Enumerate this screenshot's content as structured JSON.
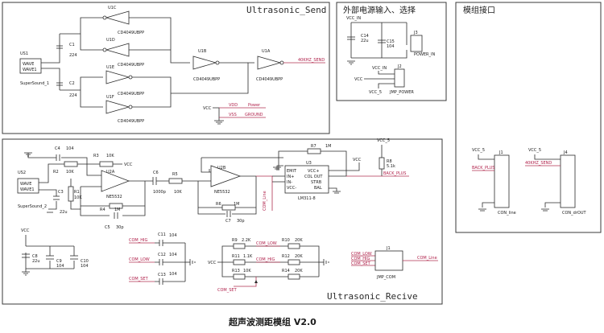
{
  "titles": {
    "send": "Ultrasonic_Send",
    "power": "外部电源输入、选择",
    "module": "模组接口",
    "receive": "Ultrasonic_Recive",
    "caption": "超声波测距模组 V2.0"
  },
  "send": {
    "us1": "US1",
    "wave1": "WAVE",
    "wave2": "WAVE1",
    "sensor": "SuperSound_1",
    "c1": "C1",
    "c1v": "224",
    "c2": "C2",
    "c2v": "224",
    "u1c": "U1C",
    "u1c_ref": "CD4049UBPP",
    "u1d": "U1D",
    "u1d_ref": "CD4049UBPP",
    "u1e": "U1E",
    "u1e_ref": "CD4049UBPP",
    "u1f": "U1F",
    "u1f_ref": "CD4049UBPP",
    "u1b": "U1B",
    "u1b_ref": "CD4049UBPP",
    "u1a": "U1A",
    "u1a_ref": "CD4049UBPP",
    "out": "40KHZ_SEND",
    "vcc": "VCC",
    "vdd": "VDD",
    "power": "Power",
    "vss": "VSS",
    "ground": "GROUND"
  },
  "power": {
    "vccin": "VCC_IN",
    "c14": "C14",
    "c14v": "22u",
    "c15": "C15",
    "c15v": "104",
    "j3": "J3",
    "power_in": "POWER_IN",
    "vccin2": "VCC_IN",
    "vcc": "VCC",
    "vcc5": "VCC_5",
    "j2": "J2",
    "jmp": "JMP_POWER"
  },
  "module": {
    "vcc5a": "VCC_5",
    "j1": "J1",
    "back": "BACK_PLUS",
    "con1": "CON_line",
    "vcc5b": "VCC_5",
    "j4": "J4",
    "send": "40KHZ_SEND",
    "con2": "CON_drOUT"
  },
  "receive": {
    "c4": "C4",
    "c4v": "104",
    "r3": "R3",
    "r3v": "10K",
    "vcc": "VCC",
    "us2": "US2",
    "wave1": "WAVE",
    "wave2": "WAVE1",
    "sensor": "SuperSound_2",
    "r2": "R2",
    "r2v": "10K",
    "r1": "R1",
    "r1v": "10K",
    "c3": "C3",
    "c3v": "22u",
    "u2a": "U2A",
    "ne1": "NE5532",
    "r4": "R4",
    "r4v": "1M",
    "c5": "C5",
    "c5v": "30p",
    "c6": "C6",
    "c6v": "1000p",
    "r5": "R5",
    "r5v": "10K",
    "u2b": "U2B",
    "ne2": "NE5532",
    "r6": "R6",
    "r6v": "1M",
    "c7": "C7",
    "c7v": "30p",
    "com_line": "COM_Line",
    "u3": "U3",
    "lm": "LM311-8",
    "emit": "EMIT",
    "inp": "IN+",
    "inn": "IN-",
    "vccm": "VCC-",
    "vccp": "VCC+",
    "colout": "COL OUT",
    "strb": "STRB",
    "bal": "BAL",
    "r7": "R7",
    "r7v": "1M",
    "vcc5": "VCC_5",
    "r8": "R8",
    "r8v": "5.1k",
    "back": "BACK_PLUS",
    "vcc2": "VCC",
    "c8": "C8",
    "c8v": "22u",
    "c9": "C9",
    "c9v": "104",
    "c10": "C10",
    "c10v": "104",
    "com_hig": "COM_HIG",
    "c11": "C11",
    "c11v": "104",
    "com_low": "COM_LOW",
    "c12": "C12",
    "c12v": "104",
    "com_set": "COM_SET",
    "c13": "C13",
    "c13v": "104",
    "vcc3": "VCC",
    "r9": "R9",
    "r9v": "2.2K",
    "r10": "R10",
    "r10v": "20K",
    "r11": "R11",
    "r11v": "1.1K",
    "r12": "R12",
    "r12v": "20K",
    "r13": "R13",
    "r13v": "10K",
    "r14": "R14",
    "r14v": "20K",
    "com_low2": "COM_LOW",
    "com_hig2": "COM_HIG",
    "com_set2": "COM_SET",
    "j1l1": "COM_LOW",
    "j1l2": "COM_HIG",
    "j1l3": "COM_SET",
    "jref": "J1",
    "com_line2": "COM_Line",
    "jmp": "JMP_COM"
  }
}
